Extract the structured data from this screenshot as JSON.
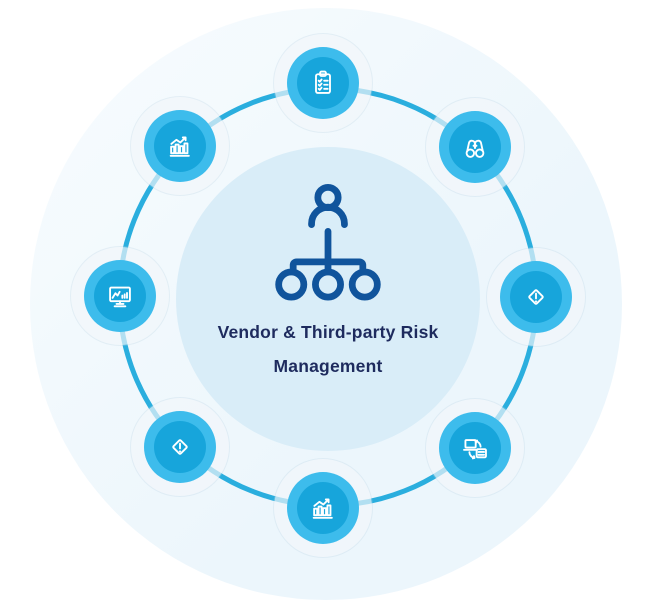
{
  "diagram": {
    "title_line1": "Vendor & Third-party Risk",
    "title_line2": "Management",
    "center_icon": "org-chart-icon",
    "nodes": [
      {
        "position": "top",
        "icon": "clipboard-checklist-icon"
      },
      {
        "position": "top-right",
        "icon": "binoculars-icon"
      },
      {
        "position": "right",
        "icon": "alert-diamond-icon"
      },
      {
        "position": "bottom-right",
        "icon": "data-sync-icon"
      },
      {
        "position": "bottom",
        "icon": "growth-chart-icon"
      },
      {
        "position": "bottom-left",
        "icon": "alert-diamond-icon"
      },
      {
        "position": "left",
        "icon": "monitor-analytics-icon"
      },
      {
        "position": "top-left",
        "icon": "growth-chart-icon"
      }
    ],
    "colors": {
      "node_outer": "#3dbcec",
      "node_inner": "#17a5db",
      "ring": "#2aaede",
      "background_circle": "#ecf6fc",
      "background_circle_light": "#f8fcfe",
      "center_circle": "#d9edf8",
      "title_text": "#1e2b5e",
      "center_icon": "#10549c",
      "icon_stroke": "#ffffff"
    }
  }
}
